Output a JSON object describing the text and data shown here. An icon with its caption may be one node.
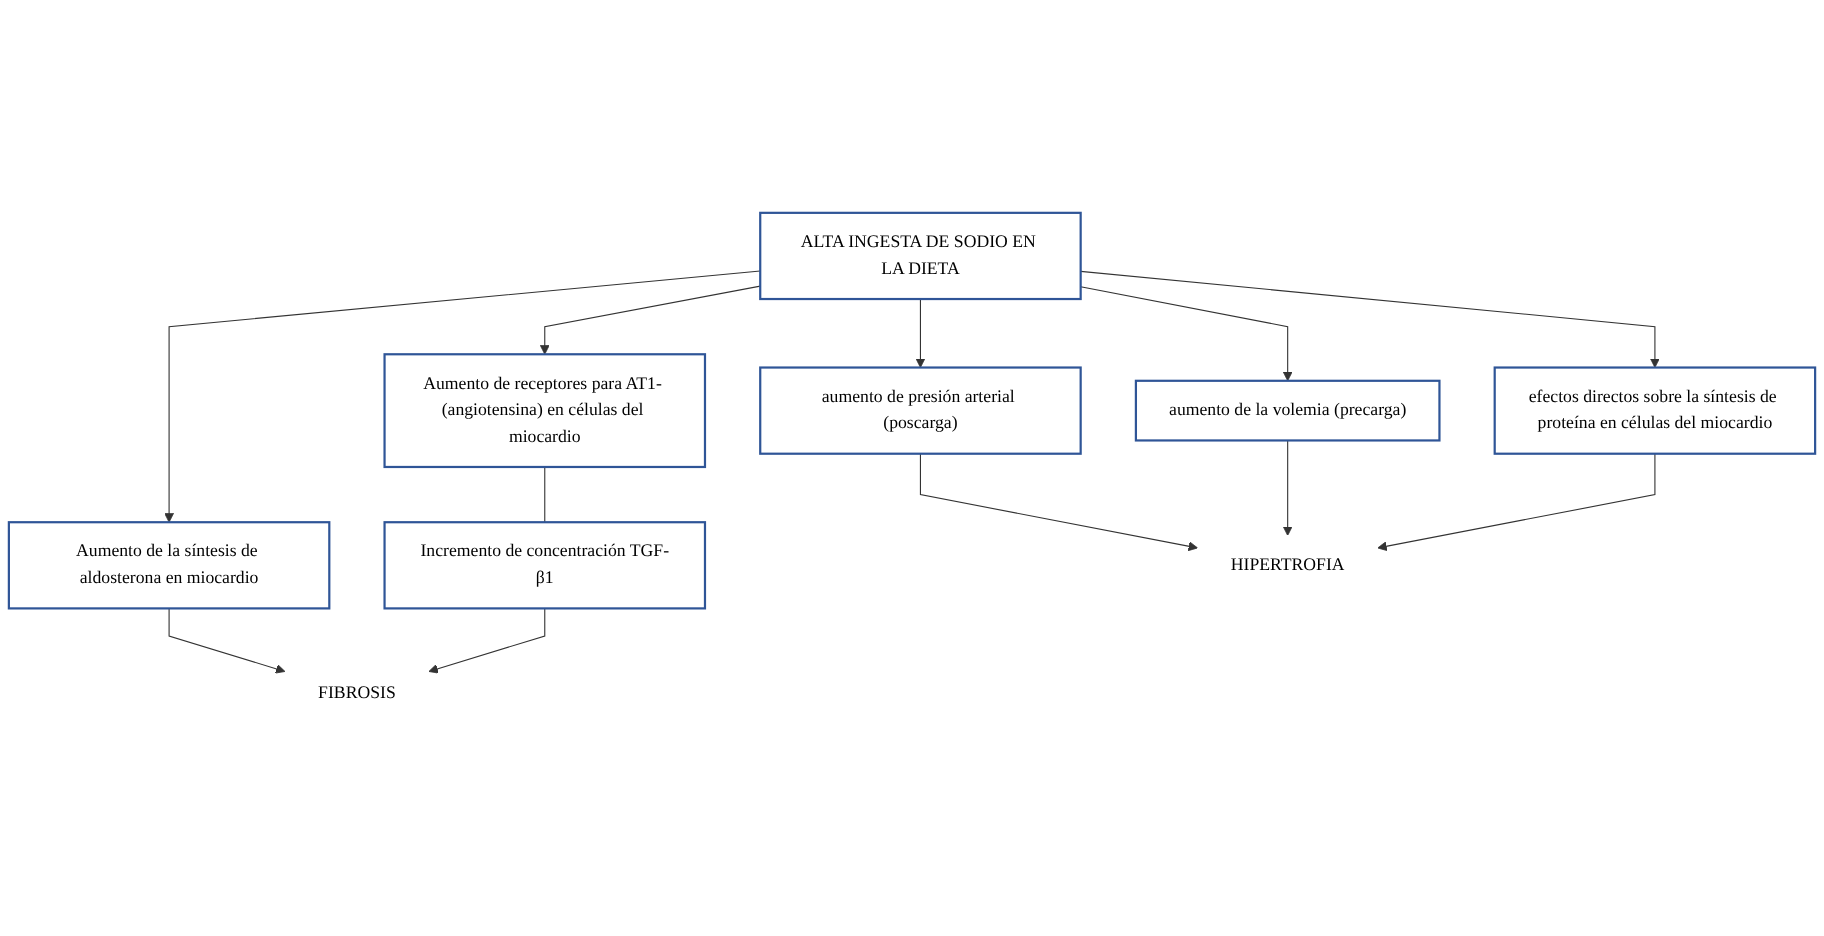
{
  "diagram": {
    "nodes": [
      {
        "text": [
          "ALTA INGESTA DE SODIO EN LA DIETA"
        ]
      },
      {
        "text": [
          "aumento de presión arterial (poscarga)"
        ]
      },
      {
        "text": [
          "aumento de la volemia (precarga)"
        ]
      },
      {
        "text": [
          "efectos directos sobre la síntesis de proteína en células del miocardio"
        ]
      },
      {
        "text": [
          "Aumento de la síntesis de aldosterona en miocardio"
        ]
      },
      {
        "text": [
          "Aumento de receptores para AT1- (angiotensina) en células del miocardio"
        ]
      },
      {
        "text": [
          "Incremento de concentración TGF-β1"
        ]
      },
      {
        "text": [
          "HIPERTROFIA"
        ]
      },
      {
        "text": [
          "FIBROSIS"
        ]
      }
    ],
    "edges": [
      {
        "from": 0,
        "to": 1,
        "arrow": "to"
      },
      {
        "from": 0,
        "to": 2,
        "arrow": "to"
      },
      {
        "from": 0,
        "to": 3,
        "arrow": "to"
      },
      {
        "from": 0,
        "to": 4,
        "arrow": "to"
      },
      {
        "from": 0,
        "to": 5,
        "arrow": "to"
      },
      {
        "from": 5,
        "to": 6,
        "arrow": "none"
      },
      {
        "from": 1,
        "to": 7,
        "arrow": "to"
      },
      {
        "from": 2,
        "to": 7,
        "arrow": "to"
      },
      {
        "from": 3,
        "to": 7,
        "arrow": "to"
      },
      {
        "from": 4,
        "to": 8,
        "arrow": "to"
      },
      {
        "from": 6,
        "to": 8,
        "arrow": "to"
      }
    ]
  }
}
